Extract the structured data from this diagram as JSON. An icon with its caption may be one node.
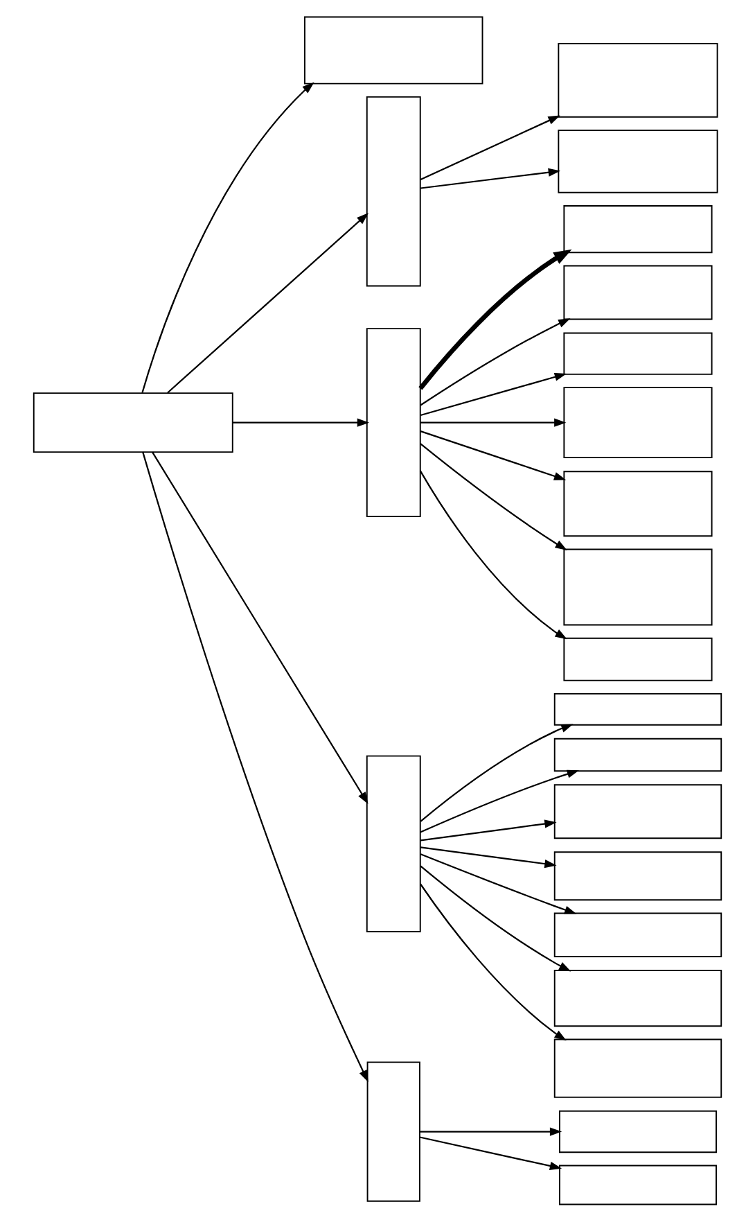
{
  "diagram": {
    "nodes": [
      {
        "text": [],
        "shape": "box"
      },
      {
        "text": [],
        "shape": "box"
      },
      {
        "text": [],
        "shape": "box"
      },
      {
        "text": [],
        "shape": "box"
      },
      {
        "text": [],
        "shape": "box"
      },
      {
        "text": [],
        "shape": "box"
      },
      {
        "text": [],
        "shape": "box"
      },
      {
        "text": [],
        "shape": "box"
      },
      {
        "text": [],
        "shape": "box"
      },
      {
        "text": [],
        "shape": "box"
      },
      {
        "text": [],
        "shape": "box"
      },
      {
        "text": [],
        "shape": "box"
      },
      {
        "text": [],
        "shape": "box"
      },
      {
        "text": [],
        "shape": "box"
      },
      {
        "text": [],
        "shape": "box"
      },
      {
        "text": [],
        "shape": "box"
      },
      {
        "text": [],
        "shape": "box"
      },
      {
        "text": [],
        "shape": "box"
      },
      {
        "text": [],
        "shape": "box"
      },
      {
        "text": [],
        "shape": "box"
      },
      {
        "text": [],
        "shape": "box"
      },
      {
        "text": [],
        "shape": "box"
      },
      {
        "text": [],
        "shape": "box"
      },
      {
        "text": [],
        "shape": "box"
      }
    ],
    "edges": [
      {
        "from": 23,
        "to": 0,
        "arrow": "to"
      },
      {
        "from": 23,
        "to": 2,
        "arrow": "to"
      },
      {
        "from": 23,
        "to": 5,
        "arrow": "to"
      },
      {
        "from": 23,
        "to": 12,
        "arrow": "to"
      },
      {
        "from": 23,
        "to": 19,
        "arrow": "to"
      },
      {
        "from": 5,
        "to": 1,
        "arrow": "to",
        "style": "thick"
      },
      {
        "from": 5,
        "to": 4,
        "arrow": "to"
      },
      {
        "from": 5,
        "to": 7,
        "arrow": "to"
      },
      {
        "from": 5,
        "to": 8,
        "arrow": "to"
      },
      {
        "from": 5,
        "to": 10,
        "arrow": "to"
      },
      {
        "from": 5,
        "to": 14,
        "arrow": "to"
      },
      {
        "from": 5,
        "to": 16,
        "arrow": "to"
      },
      {
        "from": 2,
        "to": 3,
        "arrow": "to"
      },
      {
        "from": 2,
        "to": 6,
        "arrow": "to"
      },
      {
        "from": 12,
        "to": 9,
        "arrow": "to"
      },
      {
        "from": 12,
        "to": 11,
        "arrow": "to"
      },
      {
        "from": 12,
        "to": 13,
        "arrow": "to"
      },
      {
        "from": 12,
        "to": 15,
        "arrow": "to"
      },
      {
        "from": 12,
        "to": 17,
        "arrow": "to"
      },
      {
        "from": 12,
        "to": 20,
        "arrow": "to"
      },
      {
        "from": 12,
        "to": 22,
        "arrow": "to"
      },
      {
        "from": 19,
        "to": 18,
        "arrow": "to"
      },
      {
        "from": 19,
        "to": 21,
        "arrow": "to"
      }
    ]
  }
}
